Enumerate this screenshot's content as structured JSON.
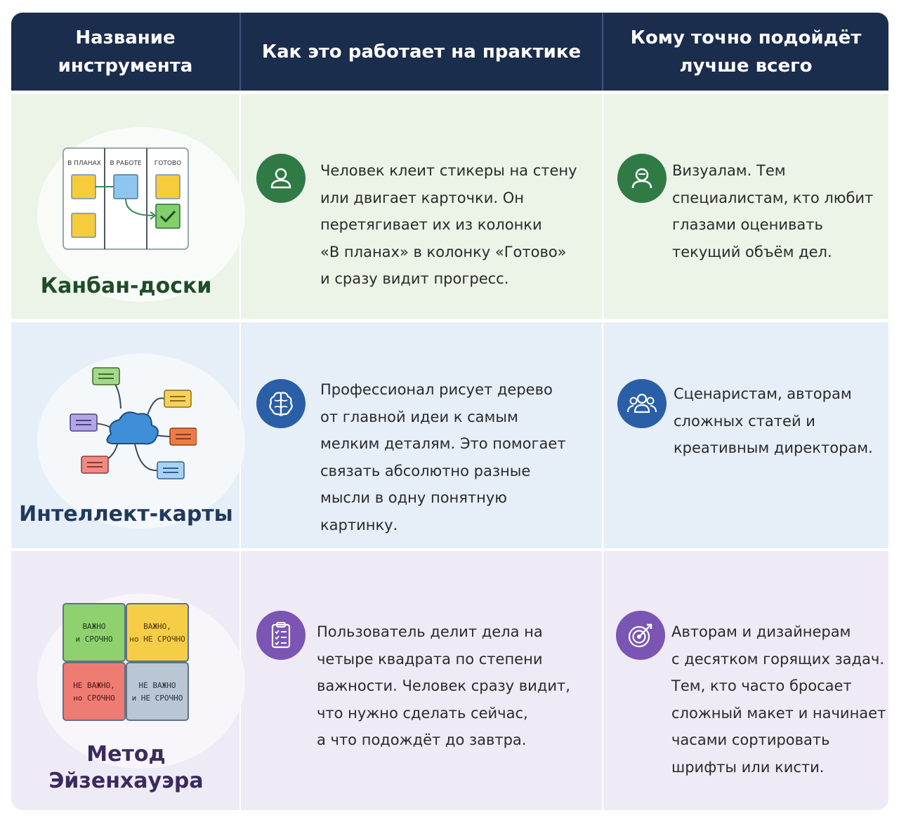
{
  "headers": {
    "col1": [
      "Название",
      "инструмента"
    ],
    "col2": [
      "Как это работает на практике"
    ],
    "col3": [
      "Кому точно подойдёт",
      "лучше всего"
    ]
  },
  "colors": {
    "header_bg": "#1b2d4d",
    "kanban_row": "#ebf4e7",
    "mindmap_row": "#e6eff8",
    "eisenhower_row": "#efebf6",
    "green_accent": "#2f7a45",
    "blue_accent": "#2a5ea6",
    "purple_accent": "#7b55b3"
  },
  "rows": [
    {
      "tool_name": [
        "Канбан-доски"
      ],
      "illustration": {
        "columns": [
          "В ПЛАНАХ",
          "В РАБОТЕ",
          "ГОТОВО"
        ]
      },
      "practice_icon": "person-icon",
      "practice": [
        "Человек клеит стикеры на стену",
        "или двигает карточки. Он",
        "перетягивает их из колонки",
        "«В планах» в колонку «Готово»",
        "и сразу видит прогресс."
      ],
      "audience_icon": "focused-person-icon",
      "audience": [
        "Визуалам. Тем",
        "специалистам, кто любит",
        "глазами оценивать",
        "текущий объём дел."
      ]
    },
    {
      "tool_name": [
        "Интеллект-карты"
      ],
      "practice_icon": "brain-icon",
      "practice": [
        "Профессионал рисует дерево",
        "от главной идеи к самым",
        "мелким деталям. Это помогает",
        "связать абсолютно разные",
        "мысли в одну понятную",
        "картинку."
      ],
      "audience_icon": "group-icon",
      "audience": [
        "Сценаристам, авторам",
        "сложных статей и",
        "креативным директорам."
      ]
    },
    {
      "tool_name": [
        "Метод",
        "Эйзенхауэра"
      ],
      "illustration": {
        "quadrants": [
          [
            "ВАЖНО",
            "и СРОЧНО"
          ],
          [
            "ВАЖНО,",
            "но НЕ СРОЧНО"
          ],
          [
            "НЕ ВАЖНО,",
            "но СРОЧНО"
          ],
          [
            "НЕ ВАЖНО",
            "и НЕ СРОЧНО"
          ]
        ]
      },
      "practice_icon": "clipboard-list-icon",
      "practice": [
        "Пользователь делит дела на",
        "четыре квадрата по степени",
        "важности. Человек сразу видит,",
        "что нужно сделать сейчас,",
        "а что подождёт до завтра."
      ],
      "audience_icon": "target-icon",
      "audience": [
        "Авторам и дизайнерам",
        "с десятком горящих задач.",
        "Тем, кто часто бросает",
        "сложный макет и начинает",
        "часами сортировать",
        "шрифты или кисти."
      ]
    }
  ]
}
